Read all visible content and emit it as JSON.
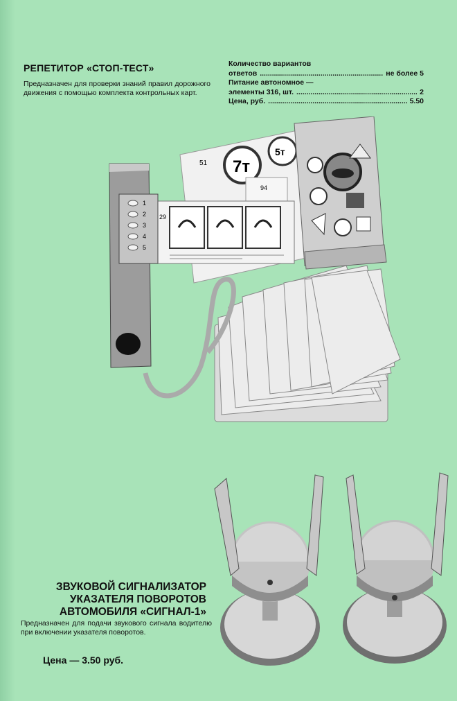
{
  "product1": {
    "title": "РЕПЕТИТОР «СТОП-ТЕСТ»",
    "description": "Предназначен для проверки знаний правил дорожного движения с помощью комплекта контрольных карт.",
    "specs": {
      "variants_label_1": "Количество вариантов",
      "variants_label_2": "ответов",
      "variants_value": "не более 5",
      "power_label_1": "Питание автономное —",
      "power_label_2": "элементы 316, шт.",
      "power_value": "2",
      "price_label": "Цена, руб.",
      "price_value": "5.50"
    },
    "photo": {
      "device_buttons": [
        "1",
        "2",
        "3",
        "4",
        "5"
      ],
      "card_labels": [
        "7т",
        "5т",
        "51",
        "94",
        "29"
      ]
    }
  },
  "product2": {
    "title_line1": "ЗВУКОВОЙ СИГНАЛИЗАТОР",
    "title_line2": "УКАЗАТЕЛЯ ПОВОРОТОВ",
    "title_line3": "АВТОМОБИЛЯ «СИГНАЛ-1»",
    "description": "Предназначен для подачи звукового сигнала водителю при включении указателя поворотов.",
    "price": "Цена — 3.50 руб."
  }
}
